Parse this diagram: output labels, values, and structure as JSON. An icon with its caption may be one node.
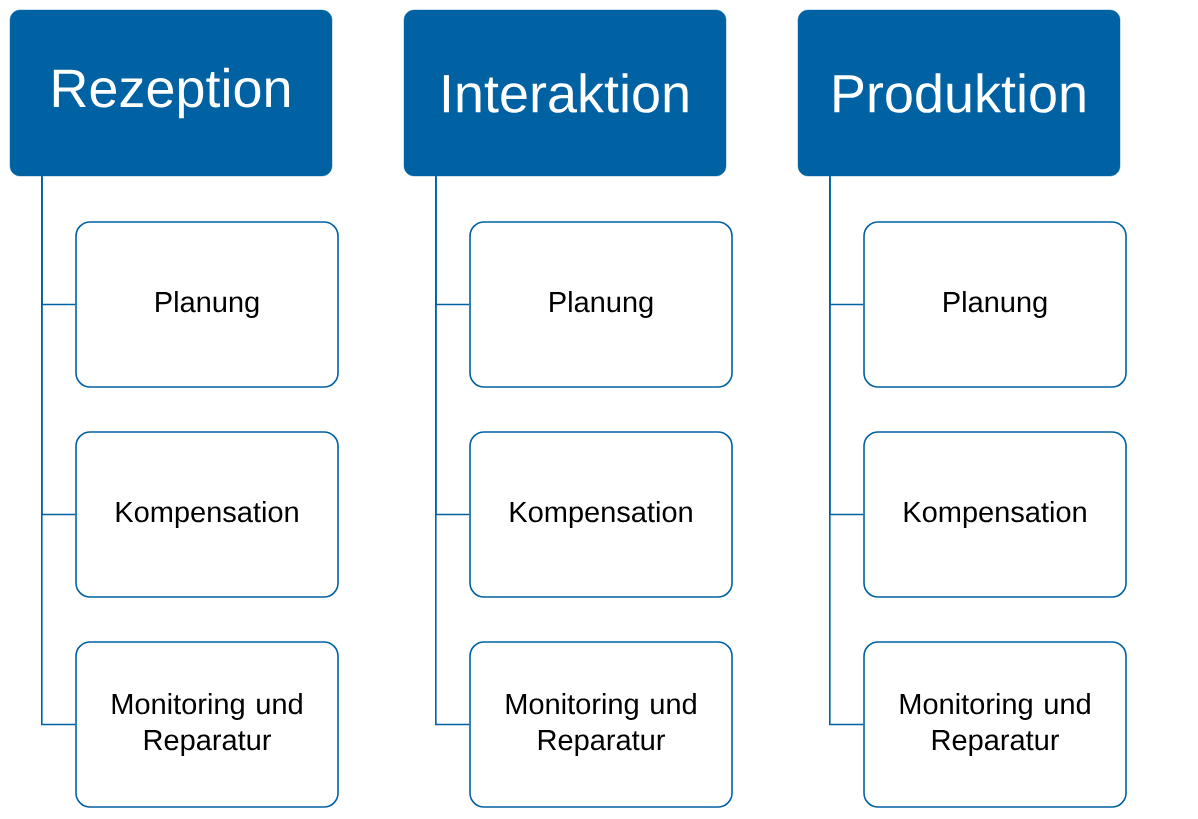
{
  "diagram": {
    "nodes": [
      {
        "text": [
          "Rezeption"
        ]
      },
      {
        "text": [
          "Planung"
        ]
      },
      {
        "text": [
          "Kompensation"
        ]
      },
      {
        "text": [
          "Monitoring und Reparatur"
        ]
      },
      {
        "text": [
          "Interaktion"
        ]
      },
      {
        "text": [
          "Planung"
        ]
      },
      {
        "text": [
          "Kompensation"
        ]
      },
      {
        "text": [
          "Monitoring und Reparatur"
        ]
      },
      {
        "text": [
          "Produktion"
        ]
      },
      {
        "text": [
          "Planung"
        ]
      },
      {
        "text": [
          "Kompensation"
        ]
      },
      {
        "text": [
          "Monitoring und Reparatur"
        ]
      }
    ],
    "edges": [
      {
        "from": 0,
        "to": 1,
        "arrow": "none"
      },
      {
        "from": 0,
        "to": 2,
        "arrow": "none"
      },
      {
        "from": 0,
        "to": 3,
        "arrow": "none"
      },
      {
        "from": 4,
        "to": 5,
        "arrow": "none"
      },
      {
        "from": 4,
        "to": 6,
        "arrow": "none"
      },
      {
        "from": 4,
        "to": 7,
        "arrow": "none"
      },
      {
        "from": 8,
        "to": 9,
        "arrow": "none"
      },
      {
        "from": 8,
        "to": 10,
        "arrow": "none"
      },
      {
        "from": 8,
        "to": 11,
        "arrow": "none"
      }
    ]
  }
}
